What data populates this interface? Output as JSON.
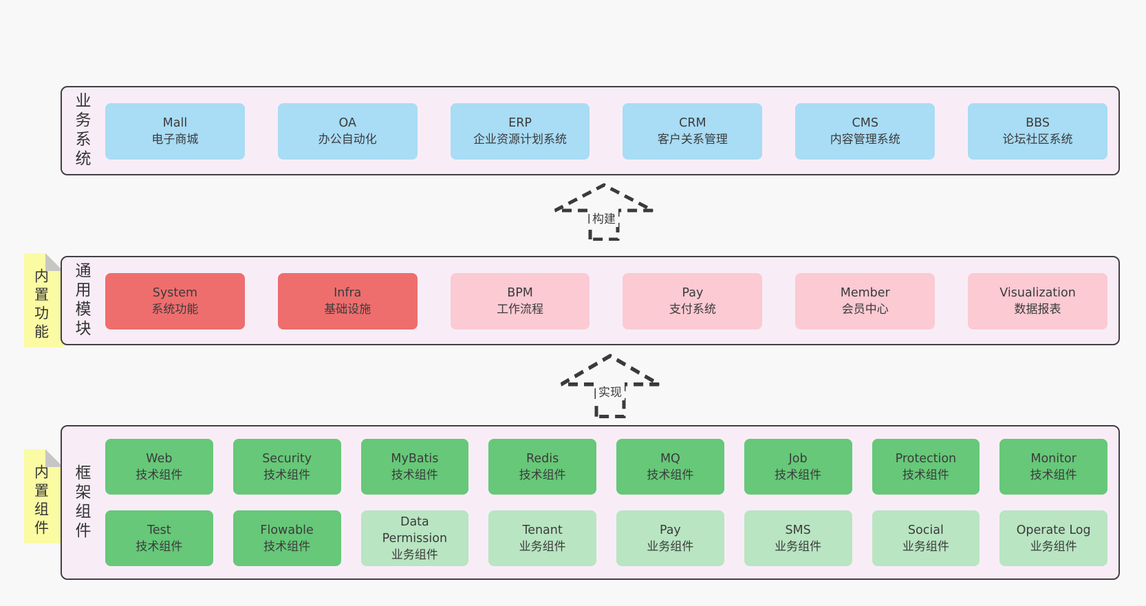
{
  "colors": {
    "page_bg": "#f8f8f8",
    "band_bg": "#f8edf7",
    "band_border": "#404040",
    "blue_box": "#a9dcf5",
    "red_box": "#ee6e6e",
    "pink_box": "#fbcad3",
    "green_box": "#66c878",
    "light_green_box": "#b9e5c2",
    "yellow_tag": "#fbfba4",
    "fold_corner": "#c6c6c6",
    "text": "#3b3b3b"
  },
  "arrows": [
    {
      "label": "构建"
    },
    {
      "label": "实现"
    }
  ],
  "sections": [
    {
      "label": "业务系统",
      "tag": null,
      "rows": [
        [
          {
            "title": "Mall",
            "subtitle": "电子商城",
            "variant": "blue"
          },
          {
            "title": "OA",
            "subtitle": "办公自动化",
            "variant": "blue"
          },
          {
            "title": "ERP",
            "subtitle": "企业资源计划系统",
            "variant": "blue"
          },
          {
            "title": "CRM",
            "subtitle": "客户关系管理",
            "variant": "blue"
          },
          {
            "title": "CMS",
            "subtitle": "内容管理系统",
            "variant": "blue"
          },
          {
            "title": "BBS",
            "subtitle": "论坛社区系统",
            "variant": "blue"
          }
        ]
      ]
    },
    {
      "label": "通用模块",
      "tag": "内置功能",
      "rows": [
        [
          {
            "title": "System",
            "subtitle": "系统功能",
            "variant": "red"
          },
          {
            "title": "Infra",
            "subtitle": "基础设施",
            "variant": "red"
          },
          {
            "title": "BPM",
            "subtitle": "工作流程",
            "variant": "pink"
          },
          {
            "title": "Pay",
            "subtitle": "支付系统",
            "variant": "pink"
          },
          {
            "title": "Member",
            "subtitle": "会员中心",
            "variant": "pink"
          },
          {
            "title": "Visualization",
            "subtitle": "数据报表",
            "variant": "pink"
          }
        ]
      ]
    },
    {
      "label": "框架组件",
      "tag": "内置组件",
      "rows": [
        [
          {
            "title": "Web",
            "subtitle": "技术组件",
            "variant": "green"
          },
          {
            "title": "Security",
            "subtitle": "技术组件",
            "variant": "green"
          },
          {
            "title": "MyBatis",
            "subtitle": "技术组件",
            "variant": "green"
          },
          {
            "title": "Redis",
            "subtitle": "技术组件",
            "variant": "green"
          },
          {
            "title": "MQ",
            "subtitle": "技术组件",
            "variant": "green"
          },
          {
            "title": "Job",
            "subtitle": "技术组件",
            "variant": "green"
          },
          {
            "title": "Protection",
            "subtitle": "技术组件",
            "variant": "green"
          },
          {
            "title": "Monitor",
            "subtitle": "技术组件",
            "variant": "green"
          }
        ],
        [
          {
            "title": "Test",
            "subtitle": "技术组件",
            "variant": "green"
          },
          {
            "title": "Flowable",
            "subtitle": "技术组件",
            "variant": "green"
          },
          {
            "title": "Data Permission",
            "subtitle": "业务组件",
            "variant": "light-green"
          },
          {
            "title": "Tenant",
            "subtitle": "业务组件",
            "variant": "light-green"
          },
          {
            "title": "Pay",
            "subtitle": "业务组件",
            "variant": "light-green"
          },
          {
            "title": "SMS",
            "subtitle": "业务组件",
            "variant": "light-green"
          },
          {
            "title": "Social",
            "subtitle": "业务组件",
            "variant": "light-green"
          },
          {
            "title": "Operate Log",
            "subtitle": "业务组件",
            "variant": "light-green"
          }
        ]
      ]
    }
  ]
}
